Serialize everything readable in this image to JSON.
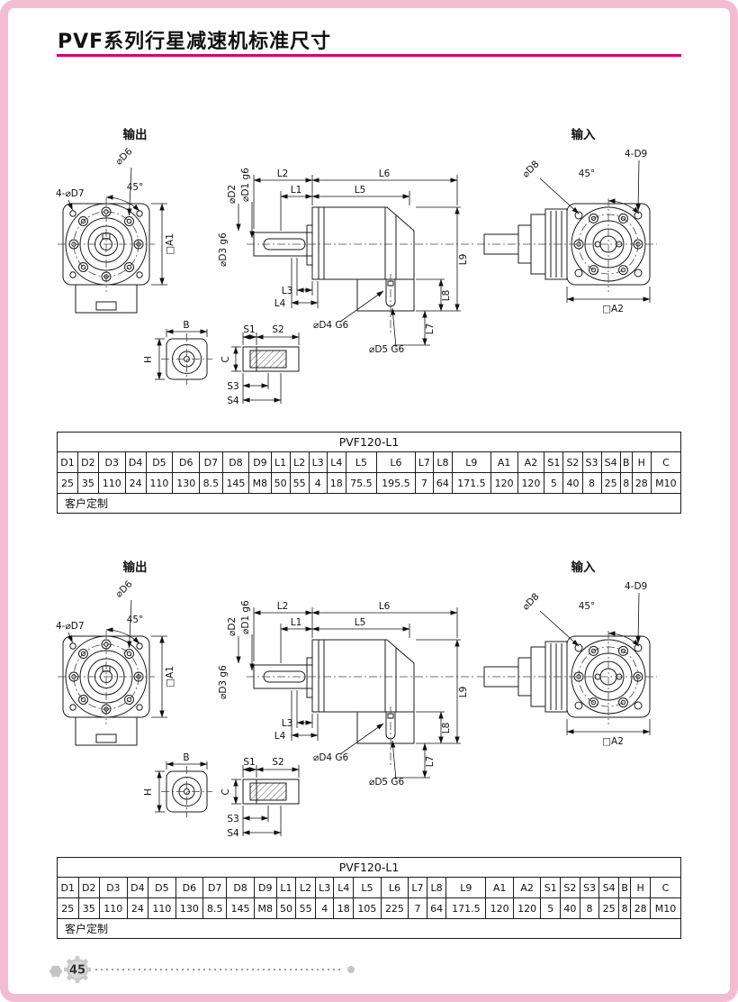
{
  "page": {
    "title": "PVF系列行星减速机标准尺寸",
    "page_number": "45"
  },
  "drawing_labels": {
    "output": "输出",
    "input": "输入",
    "d6": "⌀D6",
    "d7_4": "4-⌀D7",
    "angle45": "45°",
    "a1": "□A1",
    "d2": "⌀D2",
    "d1": "⌀D1 g6",
    "d3": "⌀D3 g6",
    "l1": "L1",
    "l2": "L2",
    "l3": "L3",
    "l4": "L4",
    "l5": "L5",
    "l6": "L6",
    "l7": "L7",
    "l8": "L8",
    "l9": "L9",
    "d4": "⌀D4 G6",
    "d5": "⌀D5 G6",
    "d8": "⌀D8",
    "d9_4": "4-D9",
    "a2": "□A2",
    "b": "B",
    "h": "H",
    "c": "C",
    "s1": "S1",
    "s2": "S2",
    "s3": "S3",
    "s4": "S4"
  },
  "tables": [
    {
      "title": "PVF120-L1",
      "headers": [
        "D1",
        "D2",
        "D3",
        "D4",
        "D5",
        "D6",
        "D7",
        "D8",
        "D9",
        "L1",
        "L2",
        "L3",
        "L4",
        "L5",
        "L6",
        "L7",
        "L8",
        "L9",
        "A1",
        "A2",
        "S1",
        "S2",
        "S3",
        "S4",
        "B",
        "H",
        "C"
      ],
      "values": [
        "25",
        "35",
        "110",
        "24",
        "110",
        "130",
        "8.5",
        "145",
        "M8",
        "50",
        "55",
        "4",
        "18",
        "75.5",
        "195.5",
        "7",
        "64",
        "171.5",
        "120",
        "120",
        "5",
        "40",
        "8",
        "25",
        "8",
        "28",
        "M10"
      ],
      "footer": "客户定制"
    },
    {
      "title": "PVF120-L1",
      "headers": [
        "D1",
        "D2",
        "D3",
        "D4",
        "D5",
        "D6",
        "D7",
        "D8",
        "D9",
        "L1",
        "L2",
        "L3",
        "L4",
        "L5",
        "L6",
        "L7",
        "L8",
        "L9",
        "A1",
        "A2",
        "S1",
        "S2",
        "S3",
        "S4",
        "B",
        "H",
        "C"
      ],
      "values": [
        "25",
        "35",
        "110",
        "24",
        "110",
        "130",
        "8.5",
        "145",
        "M8",
        "50",
        "55",
        "4",
        "18",
        "105",
        "225",
        "7",
        "64",
        "171.5",
        "120",
        "120",
        "5",
        "40",
        "8",
        "25",
        "8",
        "28",
        "M10"
      ],
      "footer": "客户定制"
    }
  ]
}
